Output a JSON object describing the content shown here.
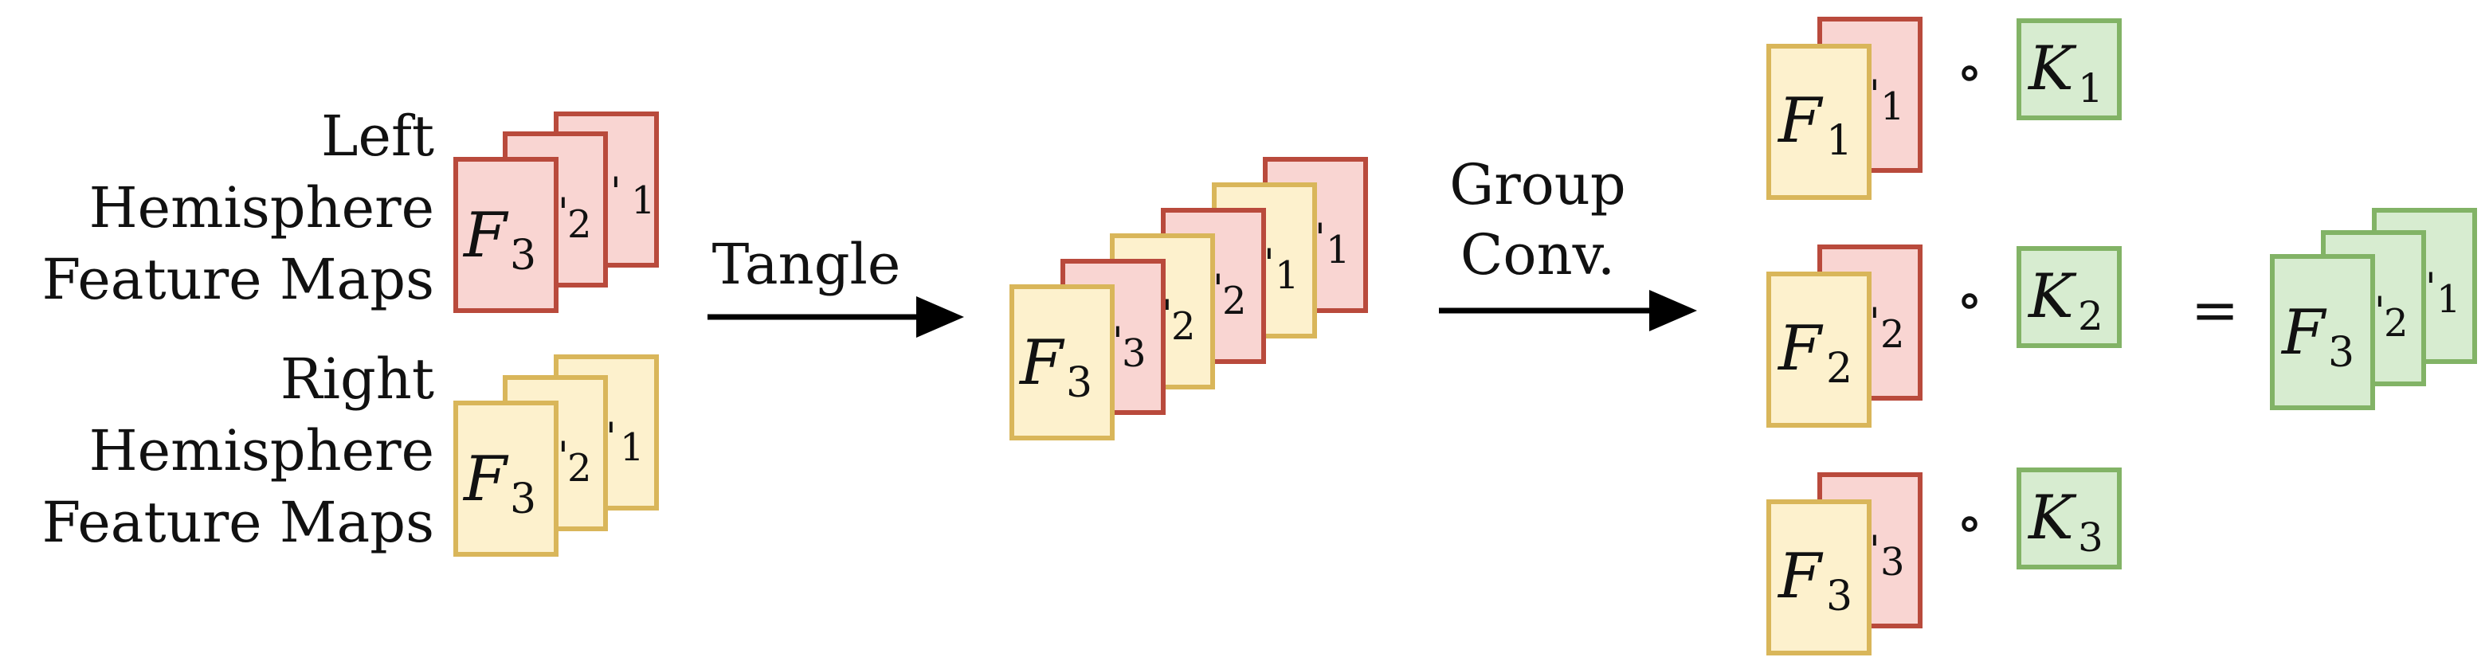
{
  "colors": {
    "red_fill": "#f9d5d2",
    "red_stroke": "#b94a3c",
    "yellow_fill": "#fdf1cd",
    "yellow_stroke": "#d9b65a",
    "green_fill": "#d7ecd0",
    "green_stroke": "#82b366",
    "arrow": "#000000"
  },
  "input": {
    "left_label": [
      "Left",
      "Hemisphere",
      "Feature Maps"
    ],
    "right_label": [
      "Right",
      "Hemisphere",
      "Feature Maps"
    ],
    "map_symbol": "F",
    "front_subscript": "3",
    "back_subscripts": [
      "2",
      "1"
    ]
  },
  "tangle": {
    "label": "Tangle",
    "front_symbol": "F",
    "front_subscript": "3",
    "peek_subscripts": [
      "3",
      "2",
      "2",
      "1",
      "1"
    ]
  },
  "group_conv": {
    "label_line1": "Group",
    "label_line2": "Conv."
  },
  "products": [
    {
      "f_symbol": "F",
      "f_sub": "1",
      "peek_sub": "1",
      "operator": "∘",
      "k_symbol": "K",
      "k_sub": "1"
    },
    {
      "f_symbol": "F",
      "f_sub": "2",
      "peek_sub": "2",
      "operator": "∘",
      "k_symbol": "K",
      "k_sub": "2"
    },
    {
      "f_symbol": "F",
      "f_sub": "3",
      "peek_sub": "3",
      "operator": "∘",
      "k_symbol": "K",
      "k_sub": "3"
    }
  ],
  "result": {
    "equals": "=",
    "front_symbol": "F",
    "front_subscript": "3",
    "back_subscripts": [
      "2",
      "1"
    ]
  }
}
